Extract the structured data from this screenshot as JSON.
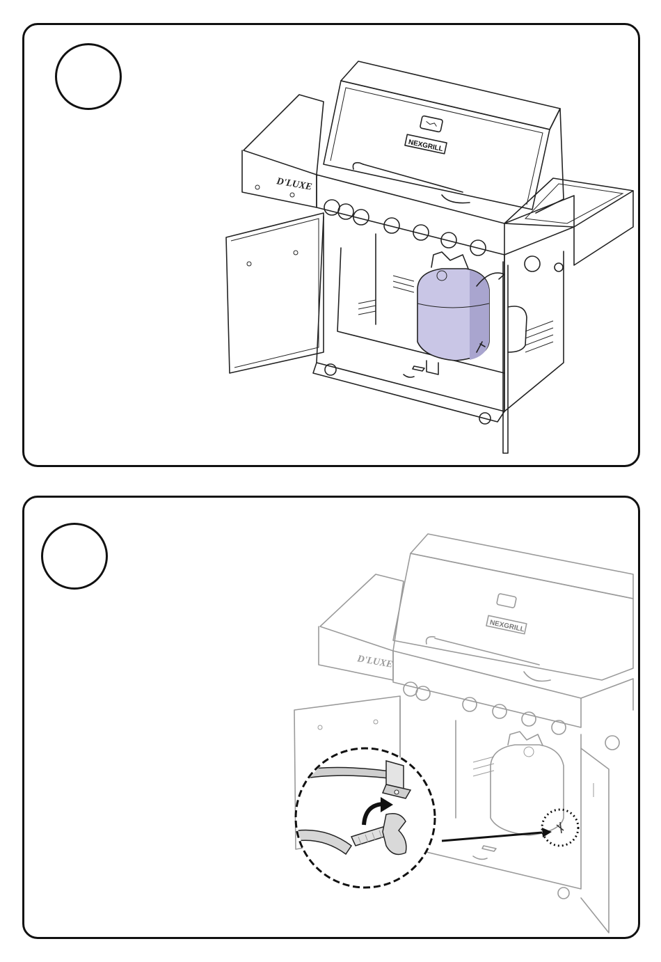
{
  "steps": [
    {
      "number": "",
      "brand_label": "D'LUXE",
      "logo_label": "NEXGRILL",
      "colors": {
        "tank": "#c9c6e6",
        "tank_shadow": "#a9a5cf",
        "line": "#222222"
      }
    },
    {
      "number": "",
      "brand_label": "D'LUXE",
      "logo_label": "NEXGRILL",
      "colors": {
        "line": "#9a9a9a",
        "detail_line": "#222222"
      }
    }
  ]
}
